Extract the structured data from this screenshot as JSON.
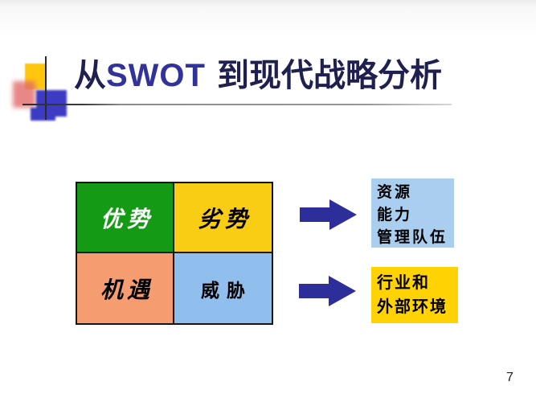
{
  "slide": {
    "title": {
      "prefix": "从",
      "acronym": "SWOT",
      "suffix": "到现代战略分析"
    },
    "page_number": "7"
  },
  "swot_matrix": {
    "cells": [
      {
        "id": "strengths",
        "label": "优势",
        "bg": "#149A14",
        "text_color": "#FFFFFF"
      },
      {
        "id": "weaknesses",
        "label": "劣势",
        "bg": "#FACD15",
        "text_color": "#000000"
      },
      {
        "id": "opportunities",
        "label": "机遇",
        "bg": "#F59C70",
        "text_color": "#000000"
      },
      {
        "id": "threats",
        "label": "威胁",
        "bg": "#90BFEE",
        "text_color": "#000000"
      }
    ]
  },
  "callouts": [
    {
      "id": "internal-analysis",
      "bg": "#A9CEF0",
      "lines": [
        "资源",
        "能力",
        "管理队伍"
      ]
    },
    {
      "id": "external-analysis",
      "bg": "#FFD303",
      "lines": [
        "行业和",
        "外部环境"
      ]
    }
  ],
  "icons": [
    {
      "name": "arrow-right-icon",
      "color": "#2E2E9A"
    },
    {
      "name": "arrow-right-icon",
      "color": "#2E2E9A"
    }
  ],
  "colors": {
    "title_text": "#202050",
    "title_accent": "#32329B",
    "arrow": "#2E2E9A",
    "deco_yellow": "#FFC60D",
    "deco_pink": "#E26A6A",
    "deco_blue": "#3B3BC4",
    "underline_gray": "#969696"
  }
}
